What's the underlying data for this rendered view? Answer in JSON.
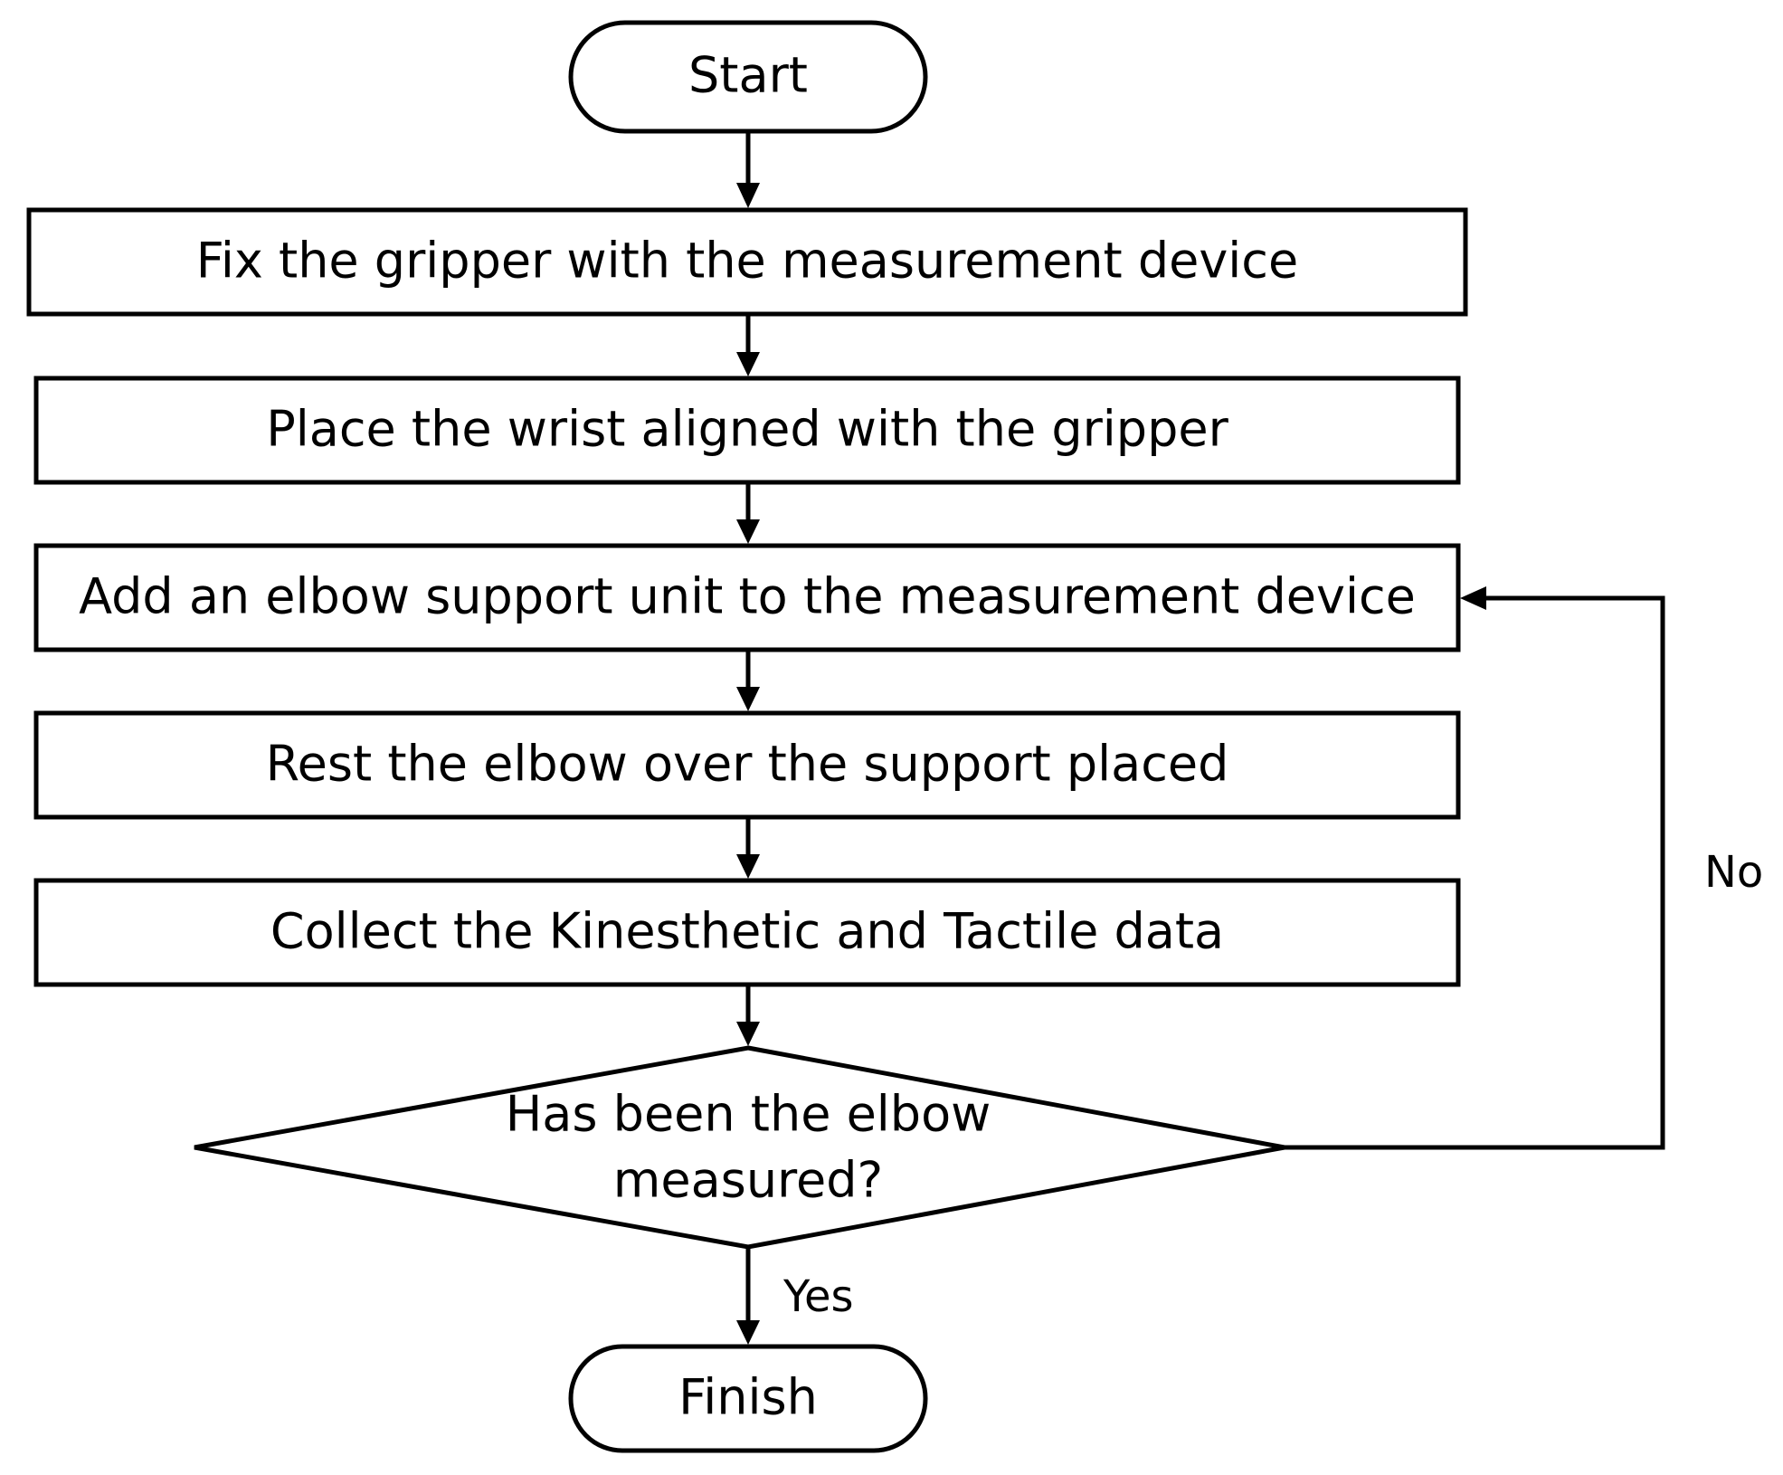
{
  "colors": {
    "stroke": "#000000",
    "fill": "#ffffff",
    "text": "#000000"
  },
  "nodes": {
    "start": {
      "label": "Start"
    },
    "step1": {
      "label": "Fix the gripper with the measurement device"
    },
    "step2": {
      "label": "Place the wrist aligned with the gripper"
    },
    "step3": {
      "label": "Add an elbow support unit to the measurement device"
    },
    "step4": {
      "label": "Rest the elbow over the support placed"
    },
    "step5": {
      "label": "Collect the Kinesthetic and Tactile data"
    },
    "decision": {
      "line1": "Has been the elbow",
      "line2": "measured?"
    },
    "finish": {
      "label": "Finish"
    }
  },
  "edges": {
    "yes_label": "Yes",
    "no_label": "No"
  }
}
